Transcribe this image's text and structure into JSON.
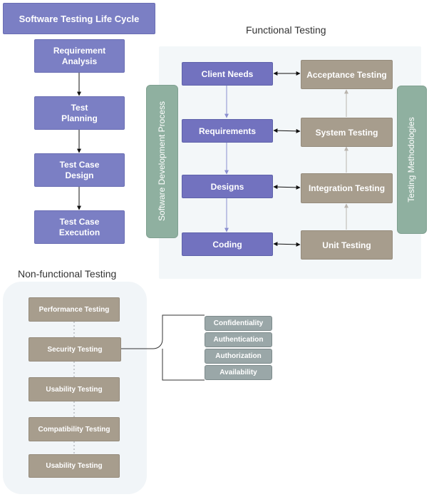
{
  "sdlc": {
    "title": "Software Testing Life Cycle",
    "steps": [
      {
        "line1": "Requirement",
        "line2": "Analysis"
      },
      {
        "line1": "Test",
        "line2": "Planning"
      },
      {
        "line1": "Test Case",
        "line2": "Design"
      },
      {
        "line1": "Test Case",
        "line2": "Execution"
      }
    ]
  },
  "functional": {
    "heading": "Functional Testing",
    "left_label": "Software Development Process",
    "right_label": "Testing Methodologies",
    "dev_steps": [
      "Client Needs",
      "Requirements",
      "Designs",
      "Coding"
    ],
    "test_steps": [
      "Acceptance Testing",
      "System Testing",
      "Integration Testing",
      "Unit Testing"
    ]
  },
  "nonfunctional": {
    "heading": "Non-functional Testing",
    "items": [
      "Performance Testing",
      "Security Testing",
      "Usability Testing",
      "Compatibility Testing",
      "Usability Testing"
    ],
    "security_aspects": [
      "Confidentiality",
      "Authentication",
      "Authorization",
      "Availability"
    ]
  },
  "colors": {
    "purple": "#7b7fc4",
    "tan": "#a79d8d",
    "sage": "#8fb0a0",
    "grey_blue": "#9aa7a8"
  }
}
